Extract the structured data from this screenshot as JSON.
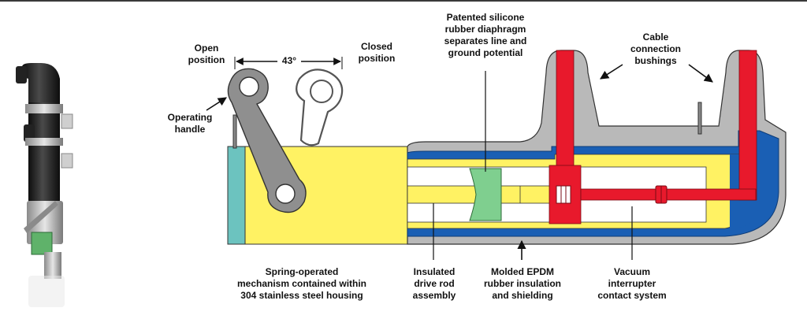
{
  "labels": {
    "open_position": [
      "Open",
      "position"
    ],
    "angle": "43°",
    "closed_position": [
      "Closed",
      "position"
    ],
    "operating_handle": [
      "Operating",
      "handle"
    ],
    "diaphragm": [
      "Patented silicone",
      "rubber diaphragm",
      "separates line and",
      "ground potential"
    ],
    "cable_bushings": [
      "Cable",
      "connection",
      "bushings"
    ],
    "spring_mechanism": [
      "Spring-operated",
      "mechanism contained within",
      "304 stainless steel housing"
    ],
    "drive_rod": [
      "Insulated",
      "drive rod",
      "assembly"
    ],
    "epdm": [
      "Molded EPDM",
      "rubber insulation",
      "and shielding"
    ],
    "vacuum": [
      "Vacuum",
      "interrupter",
      "contact system"
    ]
  },
  "colors": {
    "housing_yellow": "#fff263",
    "teal_plate": "#6cc3bf",
    "epdm_blue": "#1a5fb4",
    "gray_body": "#b9b9b9",
    "conductor_red": "#e8192c",
    "diaphragm_green": "#7fcf8f",
    "photo_black": "#1c1c1c"
  }
}
